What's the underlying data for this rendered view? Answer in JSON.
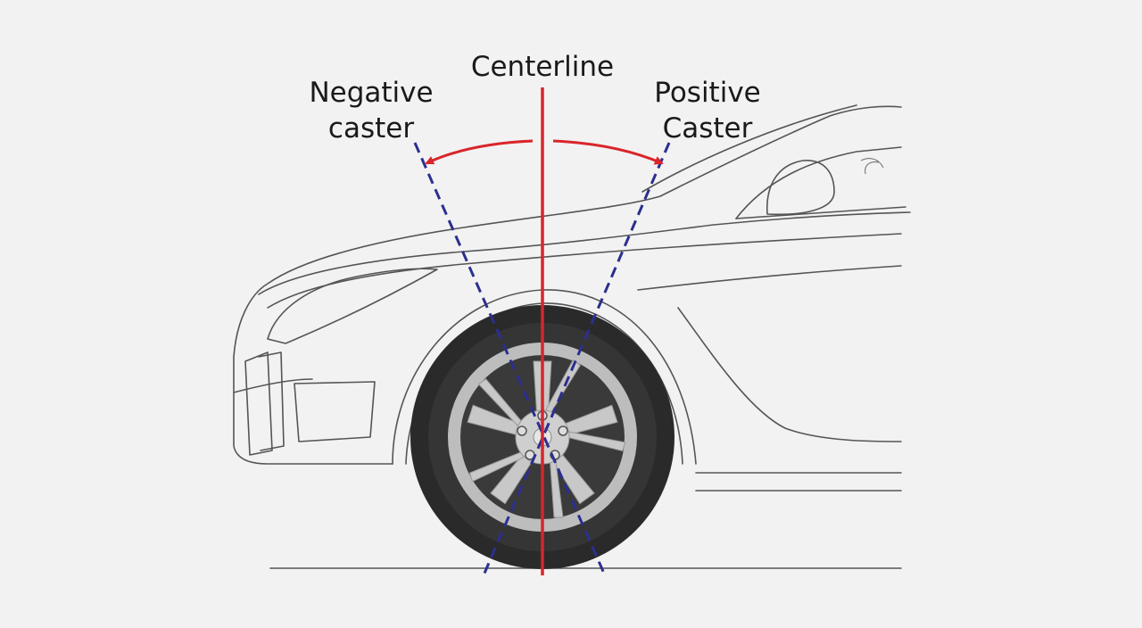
{
  "labels": {
    "centerline": "Centerline",
    "negative_line1": "Negative",
    "negative_line2": "caster",
    "positive_line1": "Positive",
    "positive_line2": "Caster"
  },
  "colors": {
    "background": "#f2f2f2",
    "centerline": "#d9252b",
    "caster_lines": "#2b2f8f",
    "tire": "#2a2a2a",
    "rim": "#bdbdbd"
  }
}
